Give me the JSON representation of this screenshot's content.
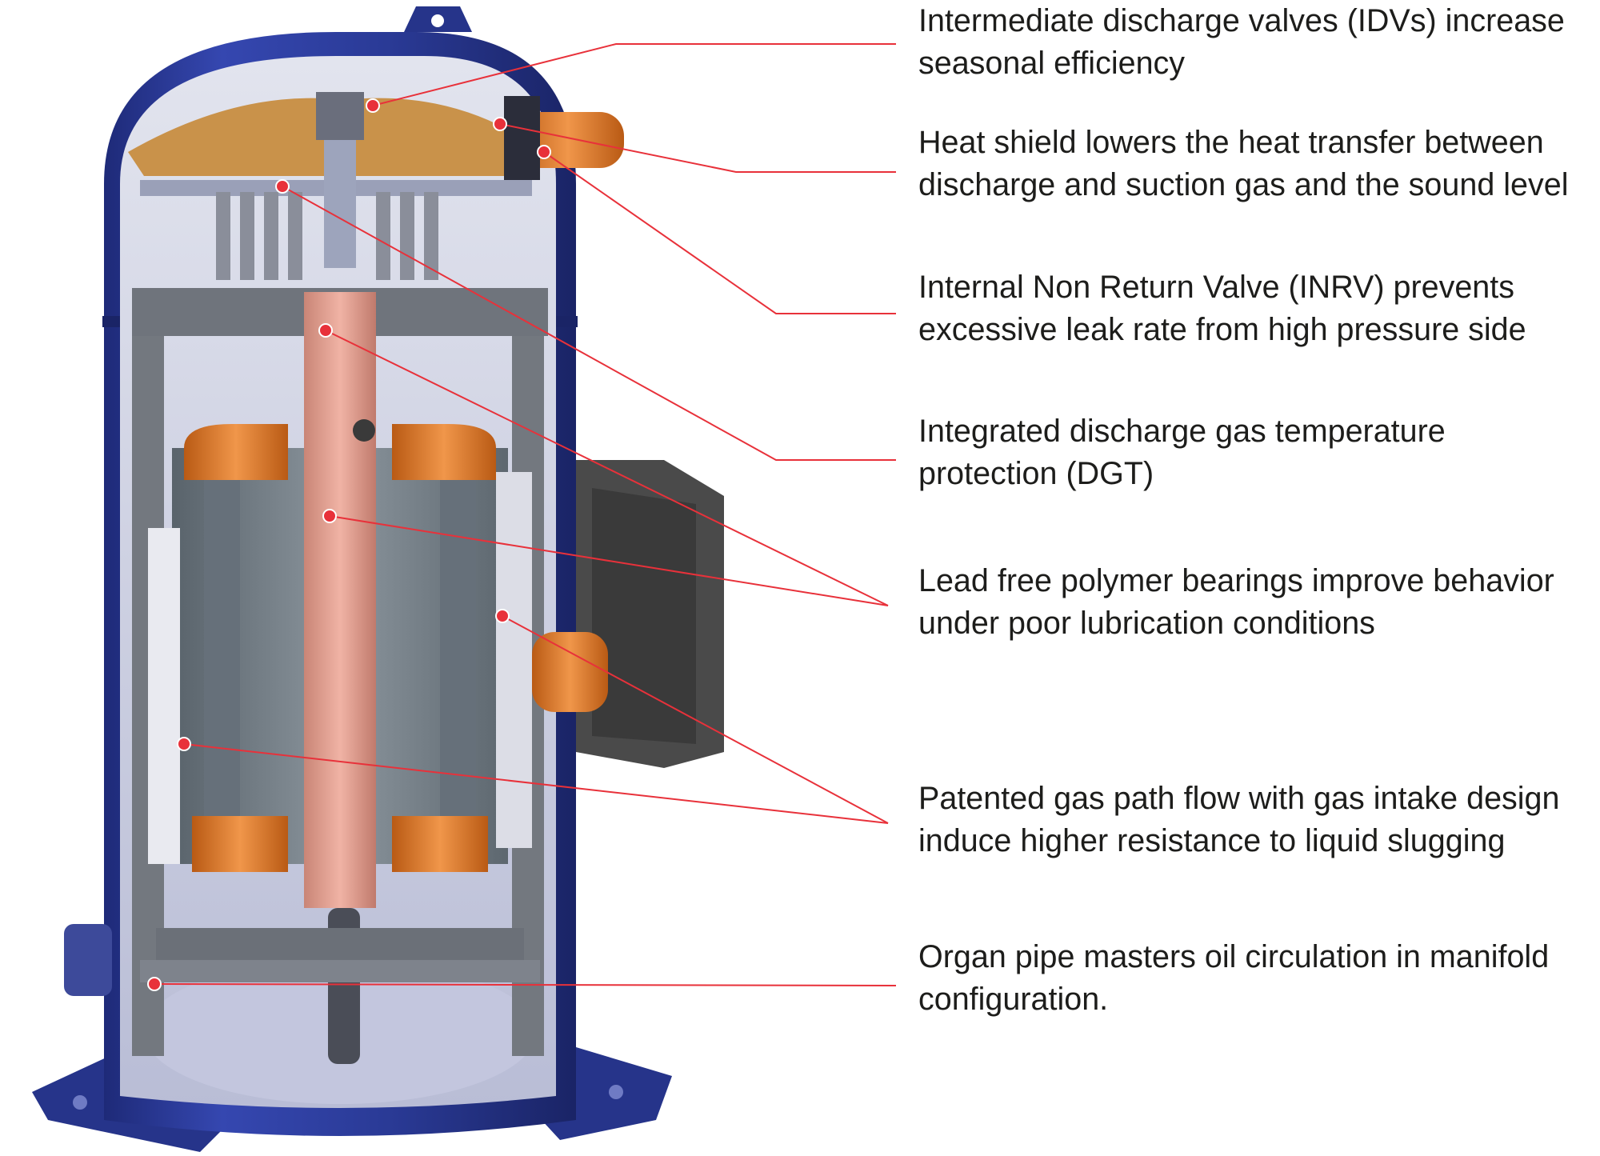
{
  "colors": {
    "shell": "#2a3a96",
    "shell_dark": "#1e2a78",
    "interior": "#c9cde0",
    "motor": "#6e7880",
    "motor_light": "#8c969e",
    "shaft": "#d9978a",
    "copper": "#e07a2a",
    "heat_shield": "#c9924a",
    "leader_line": "#e8313a",
    "label_text": "#1d1d1b"
  },
  "callouts": [
    {
      "id": "idv",
      "lines": [
        "Intermediate discharge valves (IDVs) increase",
        "seasonal efficiency"
      ]
    },
    {
      "id": "heat-shield",
      "lines": [
        "Heat shield lowers the heat transfer between",
        "discharge and suction gas and the sound level"
      ]
    },
    {
      "id": "inrv",
      "lines": [
        "Internal Non Return Valve (INRV) prevents",
        "excessive leak rate from high pressure side"
      ]
    },
    {
      "id": "dgt",
      "lines": [
        "Integrated discharge gas temperature",
        "protection (DGT)"
      ]
    },
    {
      "id": "bearings",
      "lines": [
        "Lead free polymer bearings improve behavior",
        "under poor lubrication conditions"
      ]
    },
    {
      "id": "gas-path",
      "lines": [
        "Patented gas path flow with gas intake design",
        "induce higher resistance to liquid slugging"
      ]
    },
    {
      "id": "organ-pipe",
      "lines": [
        "Organ pipe masters oil circulation in manifold",
        "configuration."
      ]
    }
  ]
}
